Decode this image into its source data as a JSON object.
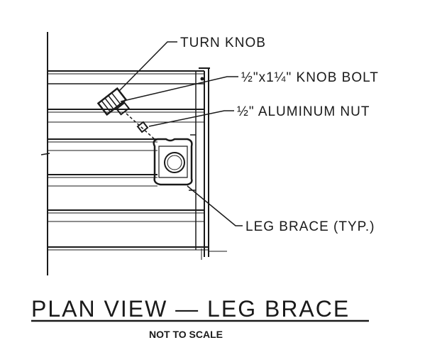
{
  "labels": {
    "turn_knob": "TURN KNOB",
    "knob_bolt": "½\"x1¼\" KNOB BOLT",
    "aluminum_nut": "½\" ALUMINUM NUT",
    "leg_brace": "LEG BRACE (TYP.)"
  },
  "title": "PLAN VIEW — LEG BRACE",
  "subtitle": "NOT TO SCALE"
}
